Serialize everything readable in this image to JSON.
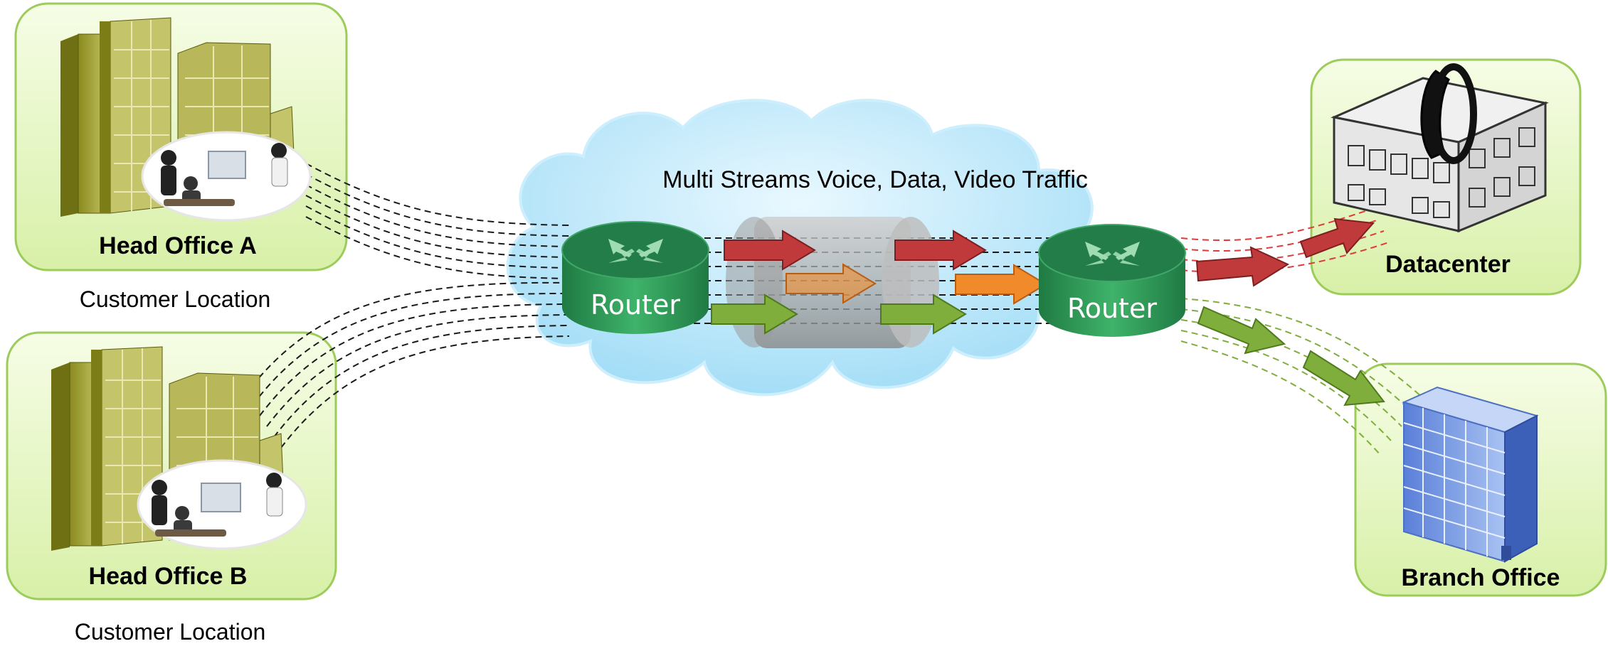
{
  "cloud": {
    "title": "Multi Streams Voice, Data, Video Traffic"
  },
  "routers": {
    "left_label": "Router",
    "right_label": "Router"
  },
  "sites": {
    "head_office_a": {
      "label": "Head Office A",
      "caption": "Customer Location"
    },
    "head_office_b": {
      "label": "Head Office B",
      "caption": "Customer Location"
    },
    "datacenter": {
      "label": "Datacenter"
    },
    "branch_office": {
      "label": "Branch Office"
    }
  },
  "colors": {
    "site_box_fill": "#eaf7c8",
    "site_box_stroke": "#9ccc5a",
    "cloud_fill": "#bfe9fb",
    "router_green": "#2e9c5a",
    "voice_stream": "#c0393b",
    "video_stream": "#f08a2a",
    "data_stream": "#7fae3c"
  }
}
